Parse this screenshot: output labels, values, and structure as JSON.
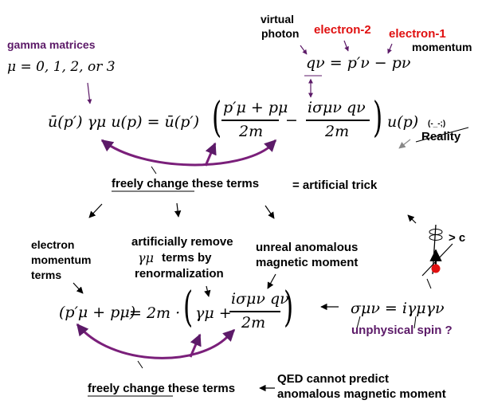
{
  "labels": {
    "gamma_matrices": "gamma matrices",
    "mu_values": "μ = 0, 1, 2, or 3",
    "virtual": "virtual",
    "photon": "photon",
    "electron2": "electron-2",
    "electron1": "electron-1",
    "momentum": "momentum",
    "reality_face": "(-_-;)",
    "reality": "Reality",
    "freely_change_1": "freely change",
    "these_terms_1": "these terms",
    "artificial_trick": "= artificial trick",
    "electron_momentum_terms": [
      "electron",
      "momentum",
      "terms"
    ],
    "artificially_remove": "artificially remove",
    "gamma_mu_sym": "γμ",
    "terms_by": "terms by",
    "renormalization": "renormalization",
    "unreal_anomalous": "unreal anomalous",
    "magnetic_moment": "magnetic moment",
    "spin_label": "> c",
    "unphysical_spin": "unphysical spin ?",
    "freely_change_2": "freely change",
    "these_terms_2": "these terms",
    "qed_cannot_1a": "QED can",
    "qed_cannot_1b": "not",
    "qed_cannot_1c": " predict",
    "qed_cannot_2": "anomalous magnetic moment"
  },
  "equations": {
    "momentum_transfer": "qν = p′ν − pν",
    "gordon_lhs": "ū(p′) γμ u(p) = ū(p′)",
    "gordon_frac1_num": "p′μ + pμ",
    "gordon_frac1_den": "2m",
    "gordon_minus": "−",
    "gordon_frac2_num": "iσμν qν",
    "gordon_frac2_den": "2m",
    "gordon_tail": "u(p)",
    "reduced_lhs": "(p′μ + pμ)",
    "reduced_eq": "= 2m ·",
    "reduced_gamma": "γμ +",
    "reduced_frac_num": "iσμν qν",
    "reduced_frac_den": "2m",
    "sigma_def": "σμν = iγμγν"
  },
  "colors": {
    "purple": "#5c1a68",
    "red": "#e01010",
    "black": "#000000"
  }
}
